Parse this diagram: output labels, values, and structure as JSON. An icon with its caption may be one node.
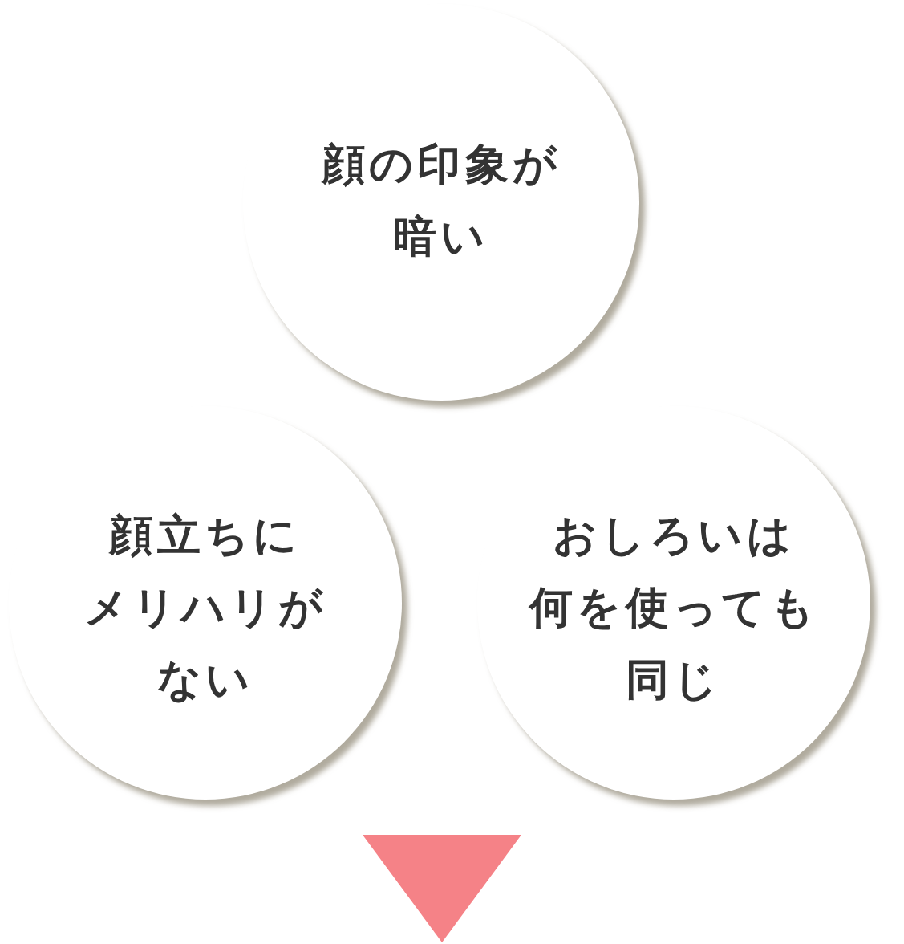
{
  "diagram": {
    "nodes": [
      {
        "text": [
          "顔の印象が暗い"
        ]
      },
      {
        "text": [
          "顔立ちにメリハリがない"
        ]
      },
      {
        "text": [
          "おしろいは何を使っても同じ"
        ]
      }
    ]
  }
}
